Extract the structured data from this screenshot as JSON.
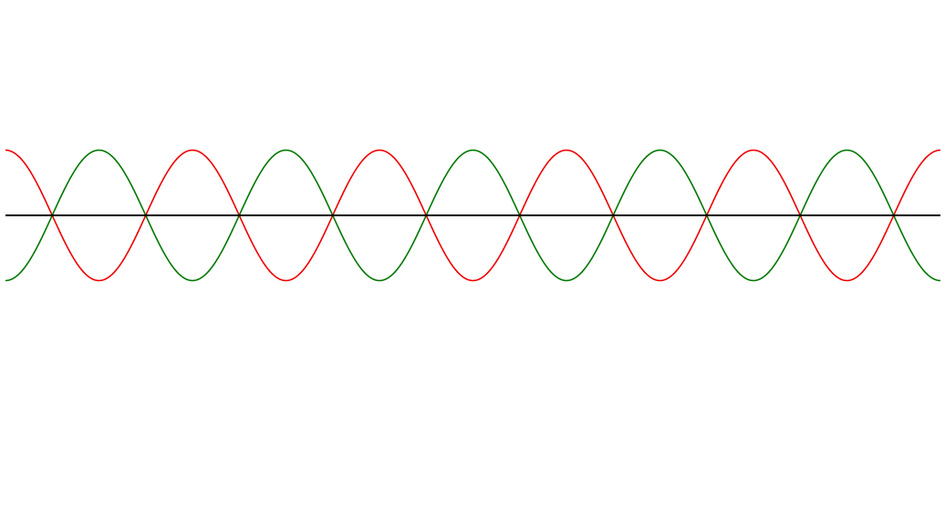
{
  "chart_data": {
    "type": "line",
    "title": "",
    "xlabel": "",
    "ylabel": "",
    "grid": false,
    "xlim": [
      0,
      10
    ],
    "ylim": [
      -4,
      4
    ],
    "baseline": {
      "y": 0,
      "color": "#000000"
    },
    "series": [
      {
        "color": "#ee0000",
        "x": [
          0,
          0.5,
          1,
          1.5,
          2,
          2.5,
          3,
          3.5,
          4,
          4.5,
          5,
          5.5,
          6,
          6.5,
          7,
          7.5,
          8,
          8.5,
          9,
          9.5,
          10
        ],
        "y": [
          1,
          0,
          -1,
          0,
          1,
          0,
          -1,
          0,
          1,
          0,
          -1,
          0,
          1,
          0,
          -1,
          0,
          1,
          0,
          -1,
          0,
          1
        ]
      },
      {
        "color": "#007700",
        "x": [
          0,
          0.5,
          1,
          1.5,
          2,
          2.5,
          3,
          3.5,
          4,
          4.5,
          5,
          5.5,
          6,
          6.5,
          7,
          7.5,
          8,
          8.5,
          9,
          9.5,
          10
        ],
        "y": [
          -1,
          0,
          1,
          0,
          -1,
          0,
          1,
          0,
          -1,
          0,
          1,
          0,
          -1,
          0,
          1,
          0,
          -1,
          0,
          1,
          0,
          -1
        ]
      }
    ]
  }
}
